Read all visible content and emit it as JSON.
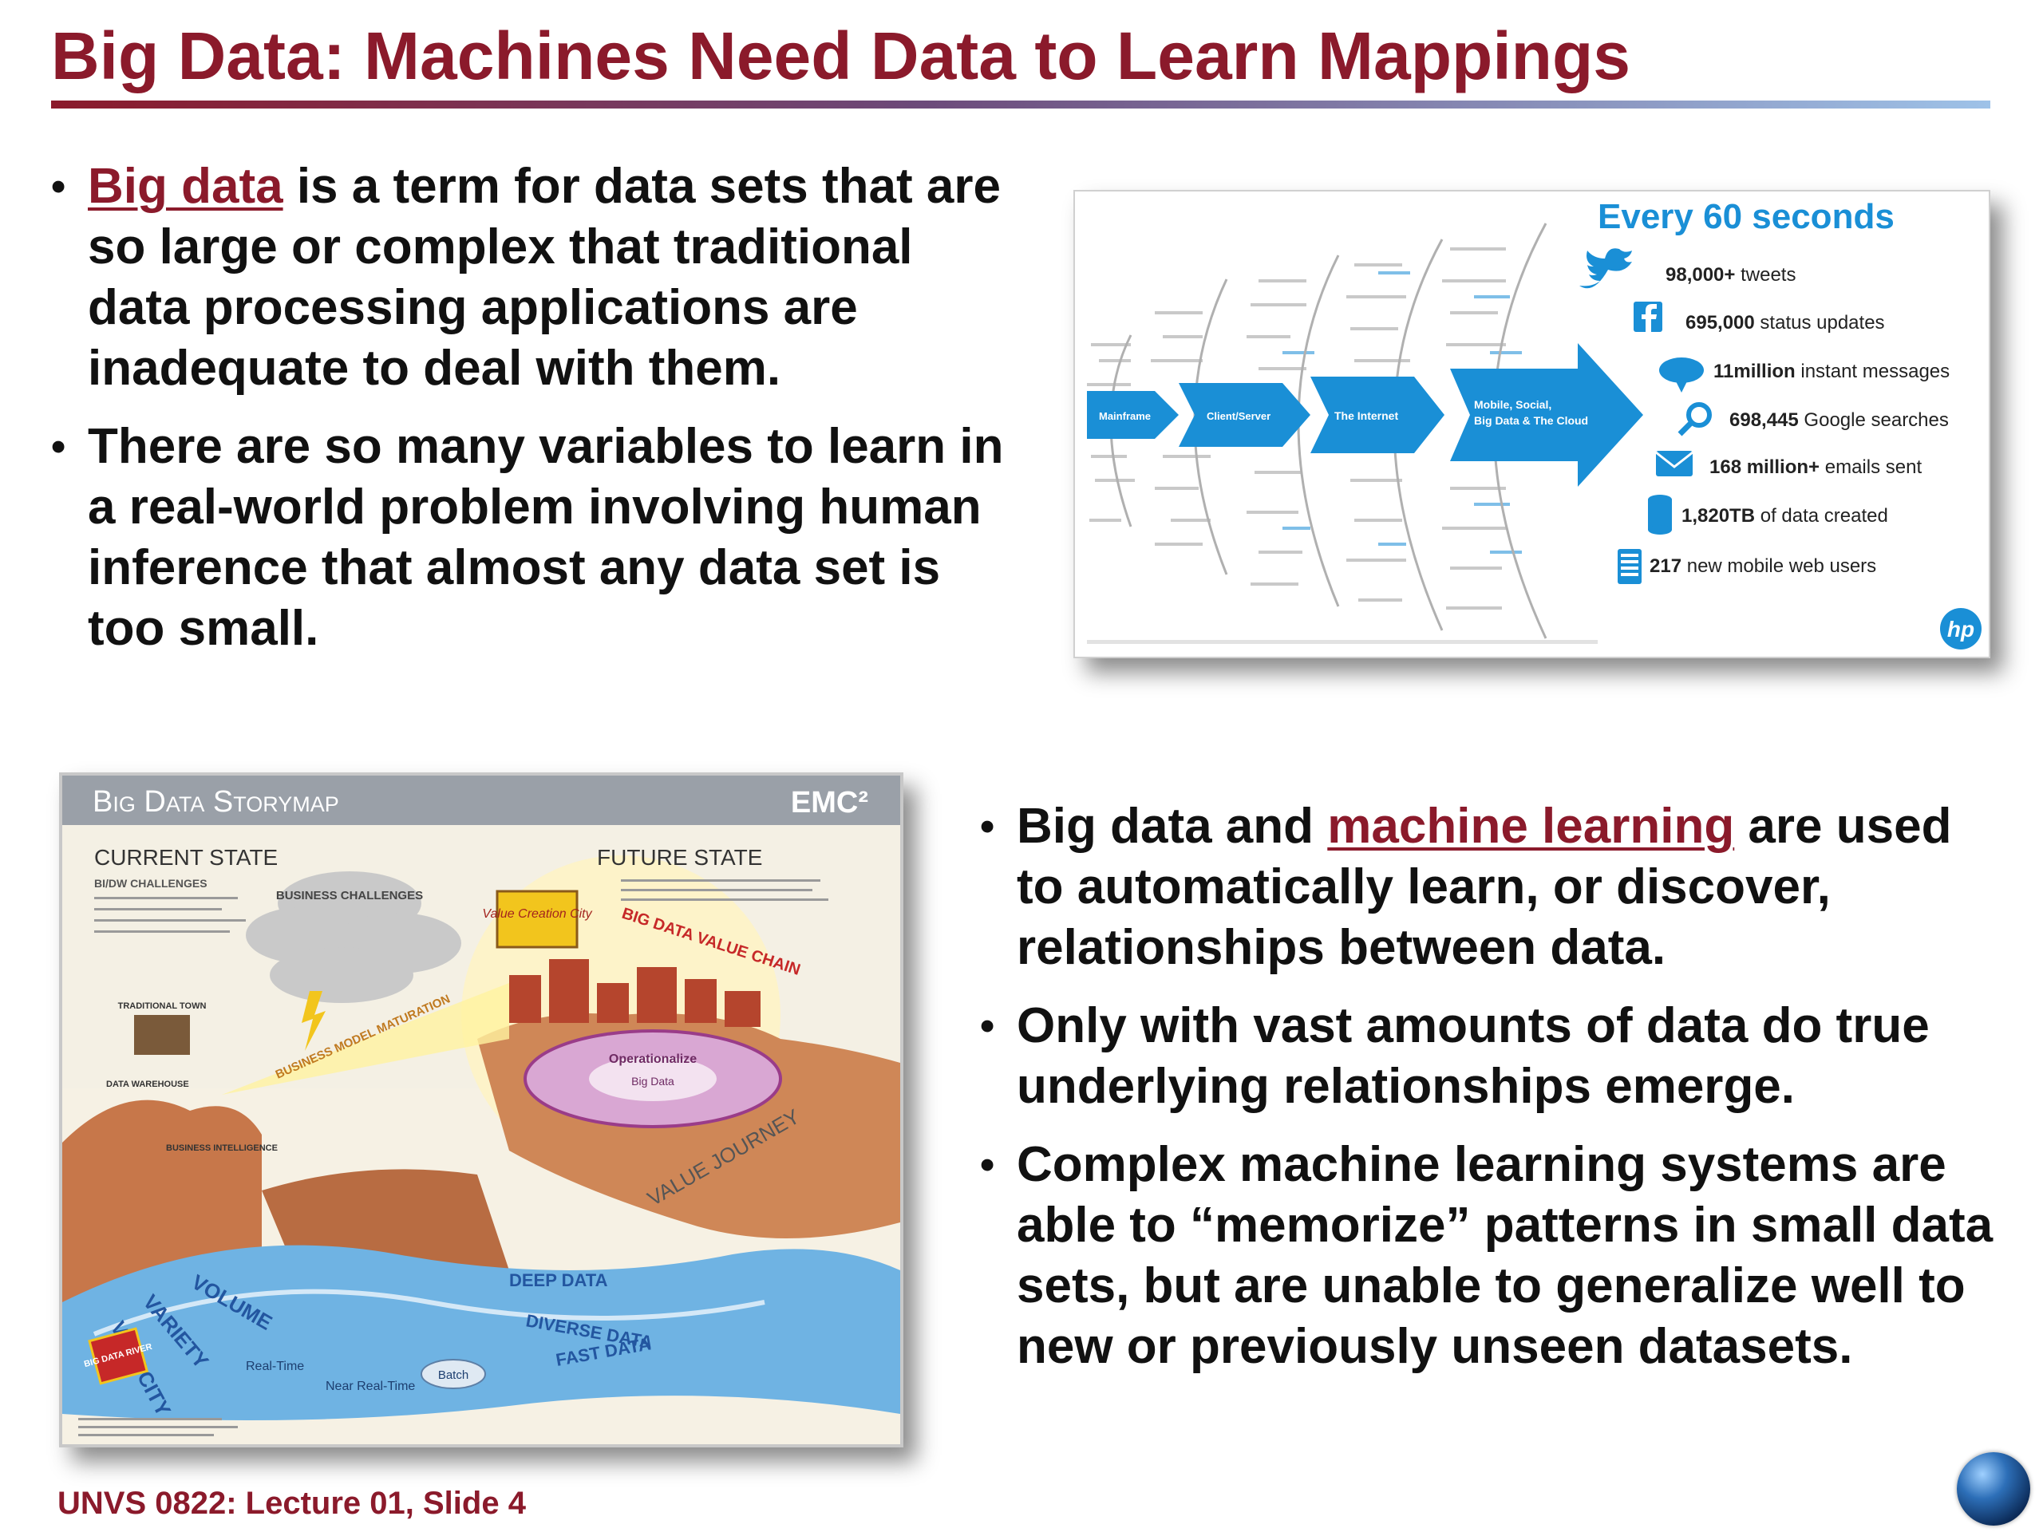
{
  "slide": {
    "title": "Big Data: Machines Need Data to Learn Mappings",
    "footer": "UNVS 0822: Lecture 01, Slide 4"
  },
  "bullets_top": [
    {
      "link": "Big data",
      "rest": " is a term for data sets that are so large or complex that traditional data processing applications are inadequate to deal with them."
    },
    {
      "text": "There are so many variables to learn in a real-world problem involving human inference that almost any data set is too small."
    }
  ],
  "bullets_bottom": [
    {
      "pre": "Big data and ",
      "link": "machine learning",
      "rest": " are used to automatically learn, or discover, relationships between data."
    },
    {
      "text": "Only with vast amounts of data do true underlying relationships emerge."
    },
    {
      "text": "Complex machine learning systems are able to “memorize” patterns in small data sets, but are unable to generalize well to new or previously unseen datasets."
    }
  ],
  "hp_figure": {
    "heading": "Every 60 seconds",
    "arrows": [
      "Mainframe",
      "Client/Server",
      "The Internet",
      "Mobile, Social,",
      "Big Data & The Cloud"
    ],
    "stats": [
      {
        "icon": "twitter-bird-icon",
        "bold": "98,000+",
        "text": " tweets"
      },
      {
        "icon": "facebook-icon",
        "bold": "695,000",
        "text": " status updates"
      },
      {
        "icon": "chat-bubble-icon",
        "bold": "11million",
        "text": " instant messages"
      },
      {
        "icon": "magnifier-icon",
        "bold": "698,445",
        "text": " Google searches"
      },
      {
        "icon": "envelope-icon",
        "bold": "168 million+",
        "text": " emails sent"
      },
      {
        "icon": "database-icon",
        "bold": "1,820TB",
        "text": " of data created"
      },
      {
        "icon": "phone-icon",
        "bold": "217",
        "text": " new mobile web users"
      }
    ],
    "logo": "hp",
    "colors": {
      "blue": "#1a8fd6",
      "heading": "#1a8fd6"
    }
  },
  "emc_figure": {
    "title": "Big Data Storymap",
    "logo": "EMC²",
    "current_state": "CURRENT STATE",
    "future_state": "FUTURE STATE",
    "labels": {
      "challenges": "BI/DW CHALLENGES",
      "business_challenges": "BUSINESS CHALLENGES",
      "maturation": "BUSINESS MODEL MATURATION",
      "value_chain": "BIG DATA VALUE CHAIN",
      "value_city": "Value Creation City",
      "value_journey": "VALUE JOURNEY",
      "traditional_town": "TRADITIONAL TOWN",
      "data_warehouse": "DATA WAREHOUSE",
      "bi": "BUSINESS INTELLIGENCE",
      "volume": "VOLUME",
      "variety": "VARIETY",
      "velocity": "VELOCITY",
      "river": "BIG DATA RIVER",
      "deep_data": "DEEP DATA",
      "diverse_data": "DIVERSE DATA",
      "fast_data": "FAST DATA",
      "batch": "Batch",
      "real_time": "Real-Time",
      "near_real_time": "Near Real-Time",
      "operationalize": "Operationalize",
      "big_data": "Big Data"
    }
  }
}
